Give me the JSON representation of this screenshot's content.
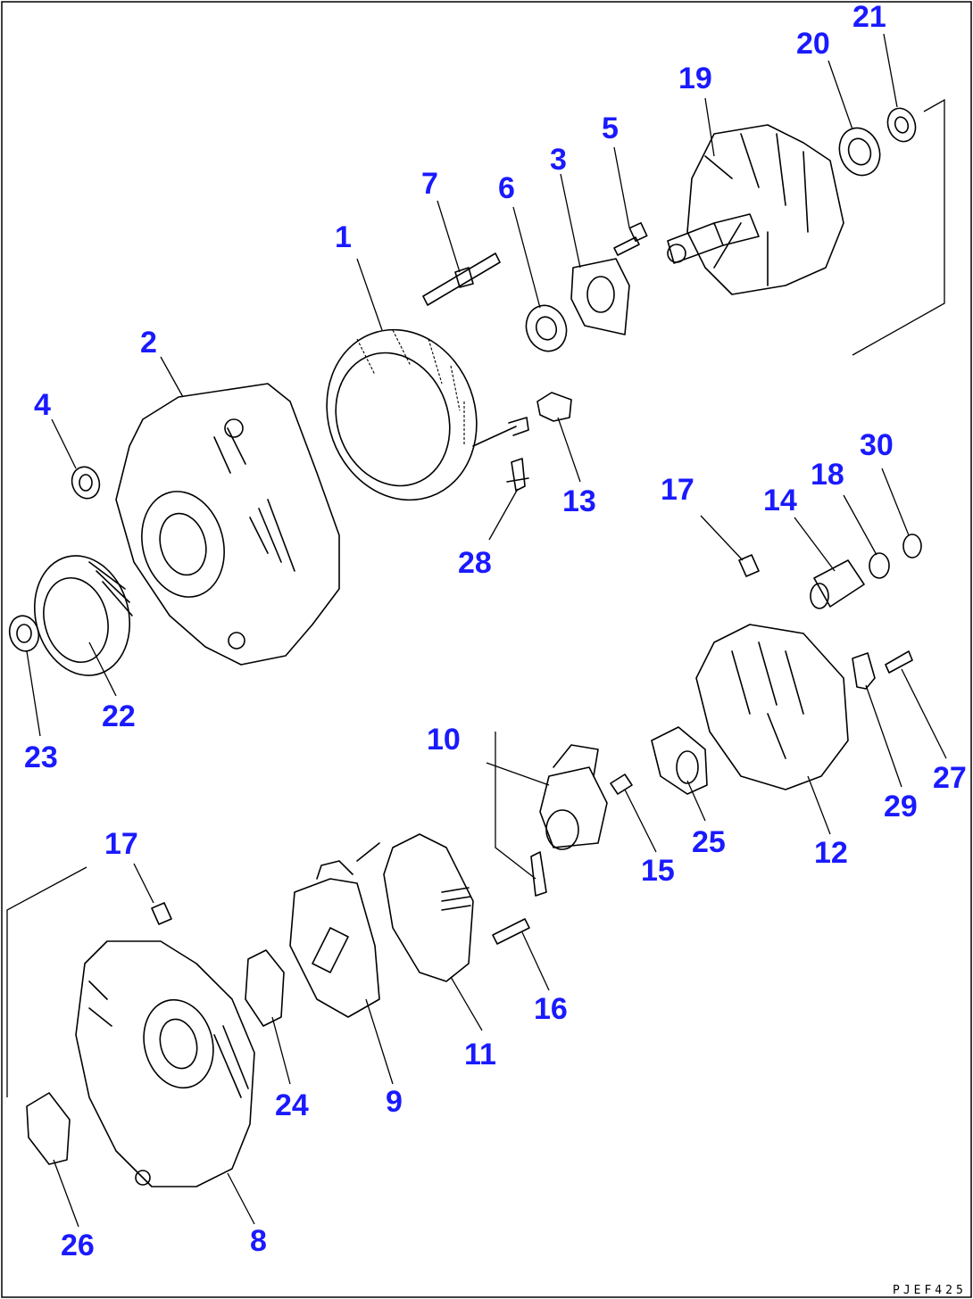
{
  "callouts": [
    {
      "id": "1",
      "label": "1"
    },
    {
      "id": "2",
      "label": "2"
    },
    {
      "id": "3",
      "label": "3"
    },
    {
      "id": "4",
      "label": "4"
    },
    {
      "id": "5",
      "label": "5"
    },
    {
      "id": "6",
      "label": "6"
    },
    {
      "id": "7",
      "label": "7"
    },
    {
      "id": "8",
      "label": "8"
    },
    {
      "id": "9",
      "label": "9"
    },
    {
      "id": "10",
      "label": "10"
    },
    {
      "id": "11",
      "label": "11"
    },
    {
      "id": "12",
      "label": "12"
    },
    {
      "id": "13",
      "label": "13"
    },
    {
      "id": "14",
      "label": "14"
    },
    {
      "id": "15",
      "label": "15"
    },
    {
      "id": "16",
      "label": "16"
    },
    {
      "id": "17a",
      "label": "17"
    },
    {
      "id": "17b",
      "label": "17"
    },
    {
      "id": "18",
      "label": "18"
    },
    {
      "id": "19",
      "label": "19"
    },
    {
      "id": "20",
      "label": "20"
    },
    {
      "id": "21",
      "label": "21"
    },
    {
      "id": "22",
      "label": "22"
    },
    {
      "id": "23",
      "label": "23"
    },
    {
      "id": "24",
      "label": "24"
    },
    {
      "id": "25",
      "label": "25"
    },
    {
      "id": "26",
      "label": "26"
    },
    {
      "id": "27",
      "label": "27"
    },
    {
      "id": "28",
      "label": "28"
    },
    {
      "id": "29",
      "label": "29"
    },
    {
      "id": "30",
      "label": "30"
    }
  ],
  "drawing_code": "PJEF425",
  "colors": {
    "callout": "#1a1aff",
    "line": "#000000",
    "background": "#ffffff"
  }
}
